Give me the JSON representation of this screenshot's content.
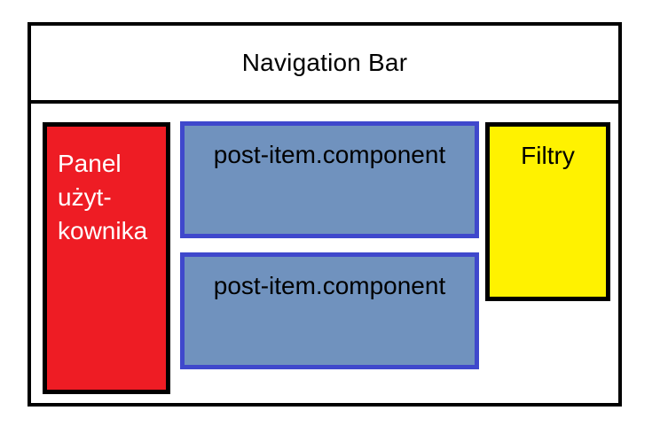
{
  "diagram": {
    "navbar_label": "Navigation Bar",
    "user_panel": {
      "lines": [
        "Panel",
        "użyt-",
        "kownika"
      ]
    },
    "posts": [
      {
        "label": "post-item.component"
      },
      {
        "label": "post-item.component"
      }
    ],
    "filters_label": "Filtry",
    "colors": {
      "frame_border": "#000000",
      "user_panel_fill": "#ee1c24",
      "user_panel_text": "#ffffff",
      "post_fill": "#7092be",
      "post_border": "#3f48cc",
      "filters_fill": "#fff200"
    }
  }
}
